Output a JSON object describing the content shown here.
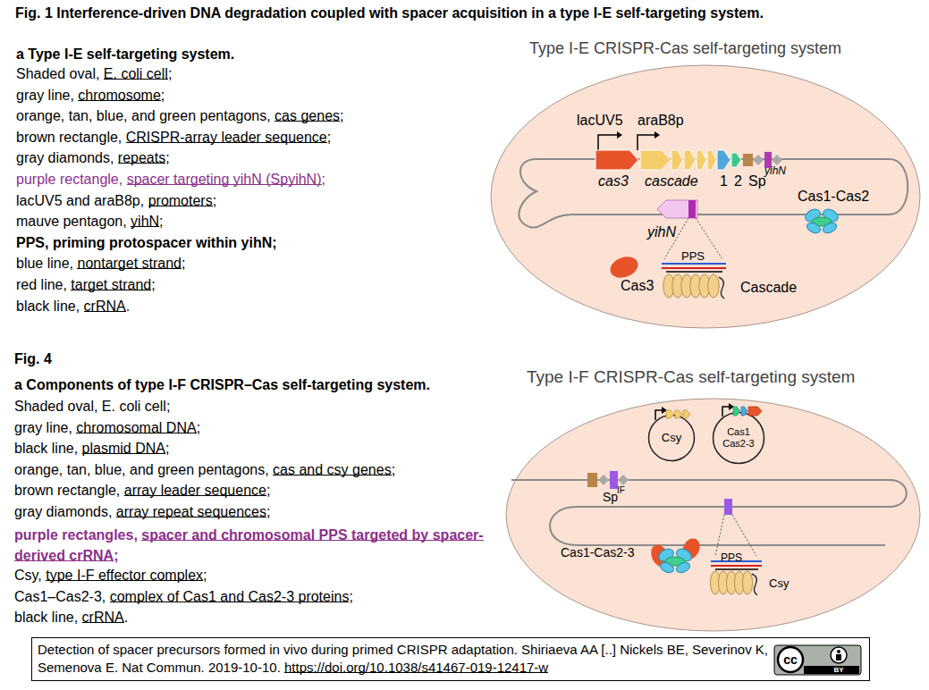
{
  "diagram": {
    "title": "Fig. 1 Interference-driven DNA degradation coupled with spacer acquisition in a type I-E self-targeting system.",
    "caption": "Detection of spacer precursors formed in vivo during primed CRISPR adaptation. Shiriaeva AA [..] Nickels BE, Severinov K, Semenova E. Nat Commun. 2019-10-10. https://doi.org/10.1038/s41467-019-12417-w",
    "nodes": [
      {
        "text": [
          "Type I-E CRISPR-Cas self-targeting system"
        ]
      },
      {
        "text": [
          "Type I-F CRISPR-Cas self-targeting system"
        ]
      },
      {
        "text": [
          "Csy"
        ],
        "in": 1
      },
      {
        "text": [
          "Cas1 Cas2-3"
        ],
        "in": 1
      }
    ],
    "labels": [
      "a Type I-E self-targeting system.",
      "Shaded oval, E. coli cell;",
      "gray line, chromosome;",
      "orange, tan, blue, and green pentagons, cas genes;",
      "brown rectangle, CRISPR-array leader sequence;",
      "gray diamonds, repeats;",
      "purple rectangle, spacer targeting yihN (SpyihN);",
      "lacUV5 and araB8p, promoters;",
      "mauve pentagon, yihN;",
      "PPS, priming protospacer within yihN;",
      "blue line, nontarget strand;",
      "red line, target strand;",
      "black line, crRNA.",
      "lacUV5",
      "araB8p",
      "cas3",
      "cascade",
      "1",
      "2",
      "Sp",
      "yihN",
      "Cas1-Cas2",
      "yihN",
      "PPS",
      "Cas3",
      "Cascade",
      "Fig. 4",
      "a Components of type I-F CRISPR–Cas self-targeting system.",
      "Shaded oval, E. coli cell;",
      "gray line, chromosomal DNA;",
      "black line, plasmid DNA;",
      "orange, tan, blue, and green pentagons, cas and csy genes;",
      "brown rectangle, array leader sequence;",
      "gray diamonds, array repeat sequences;",
      "purple rectangles, spacer and chromosomal PPS targeted by spacer-derived crRNA;",
      "Csy, type I-F effector complex;",
      "Cas1–Cas2-3, complex of Cas1 and Cas2-3 proteins;",
      "black line, crRNA.",
      "Sp",
      "IF",
      "Cas1-Cas2-3",
      "PPS",
      "Csy",
      "cc",
      "BY"
    ]
  }
}
